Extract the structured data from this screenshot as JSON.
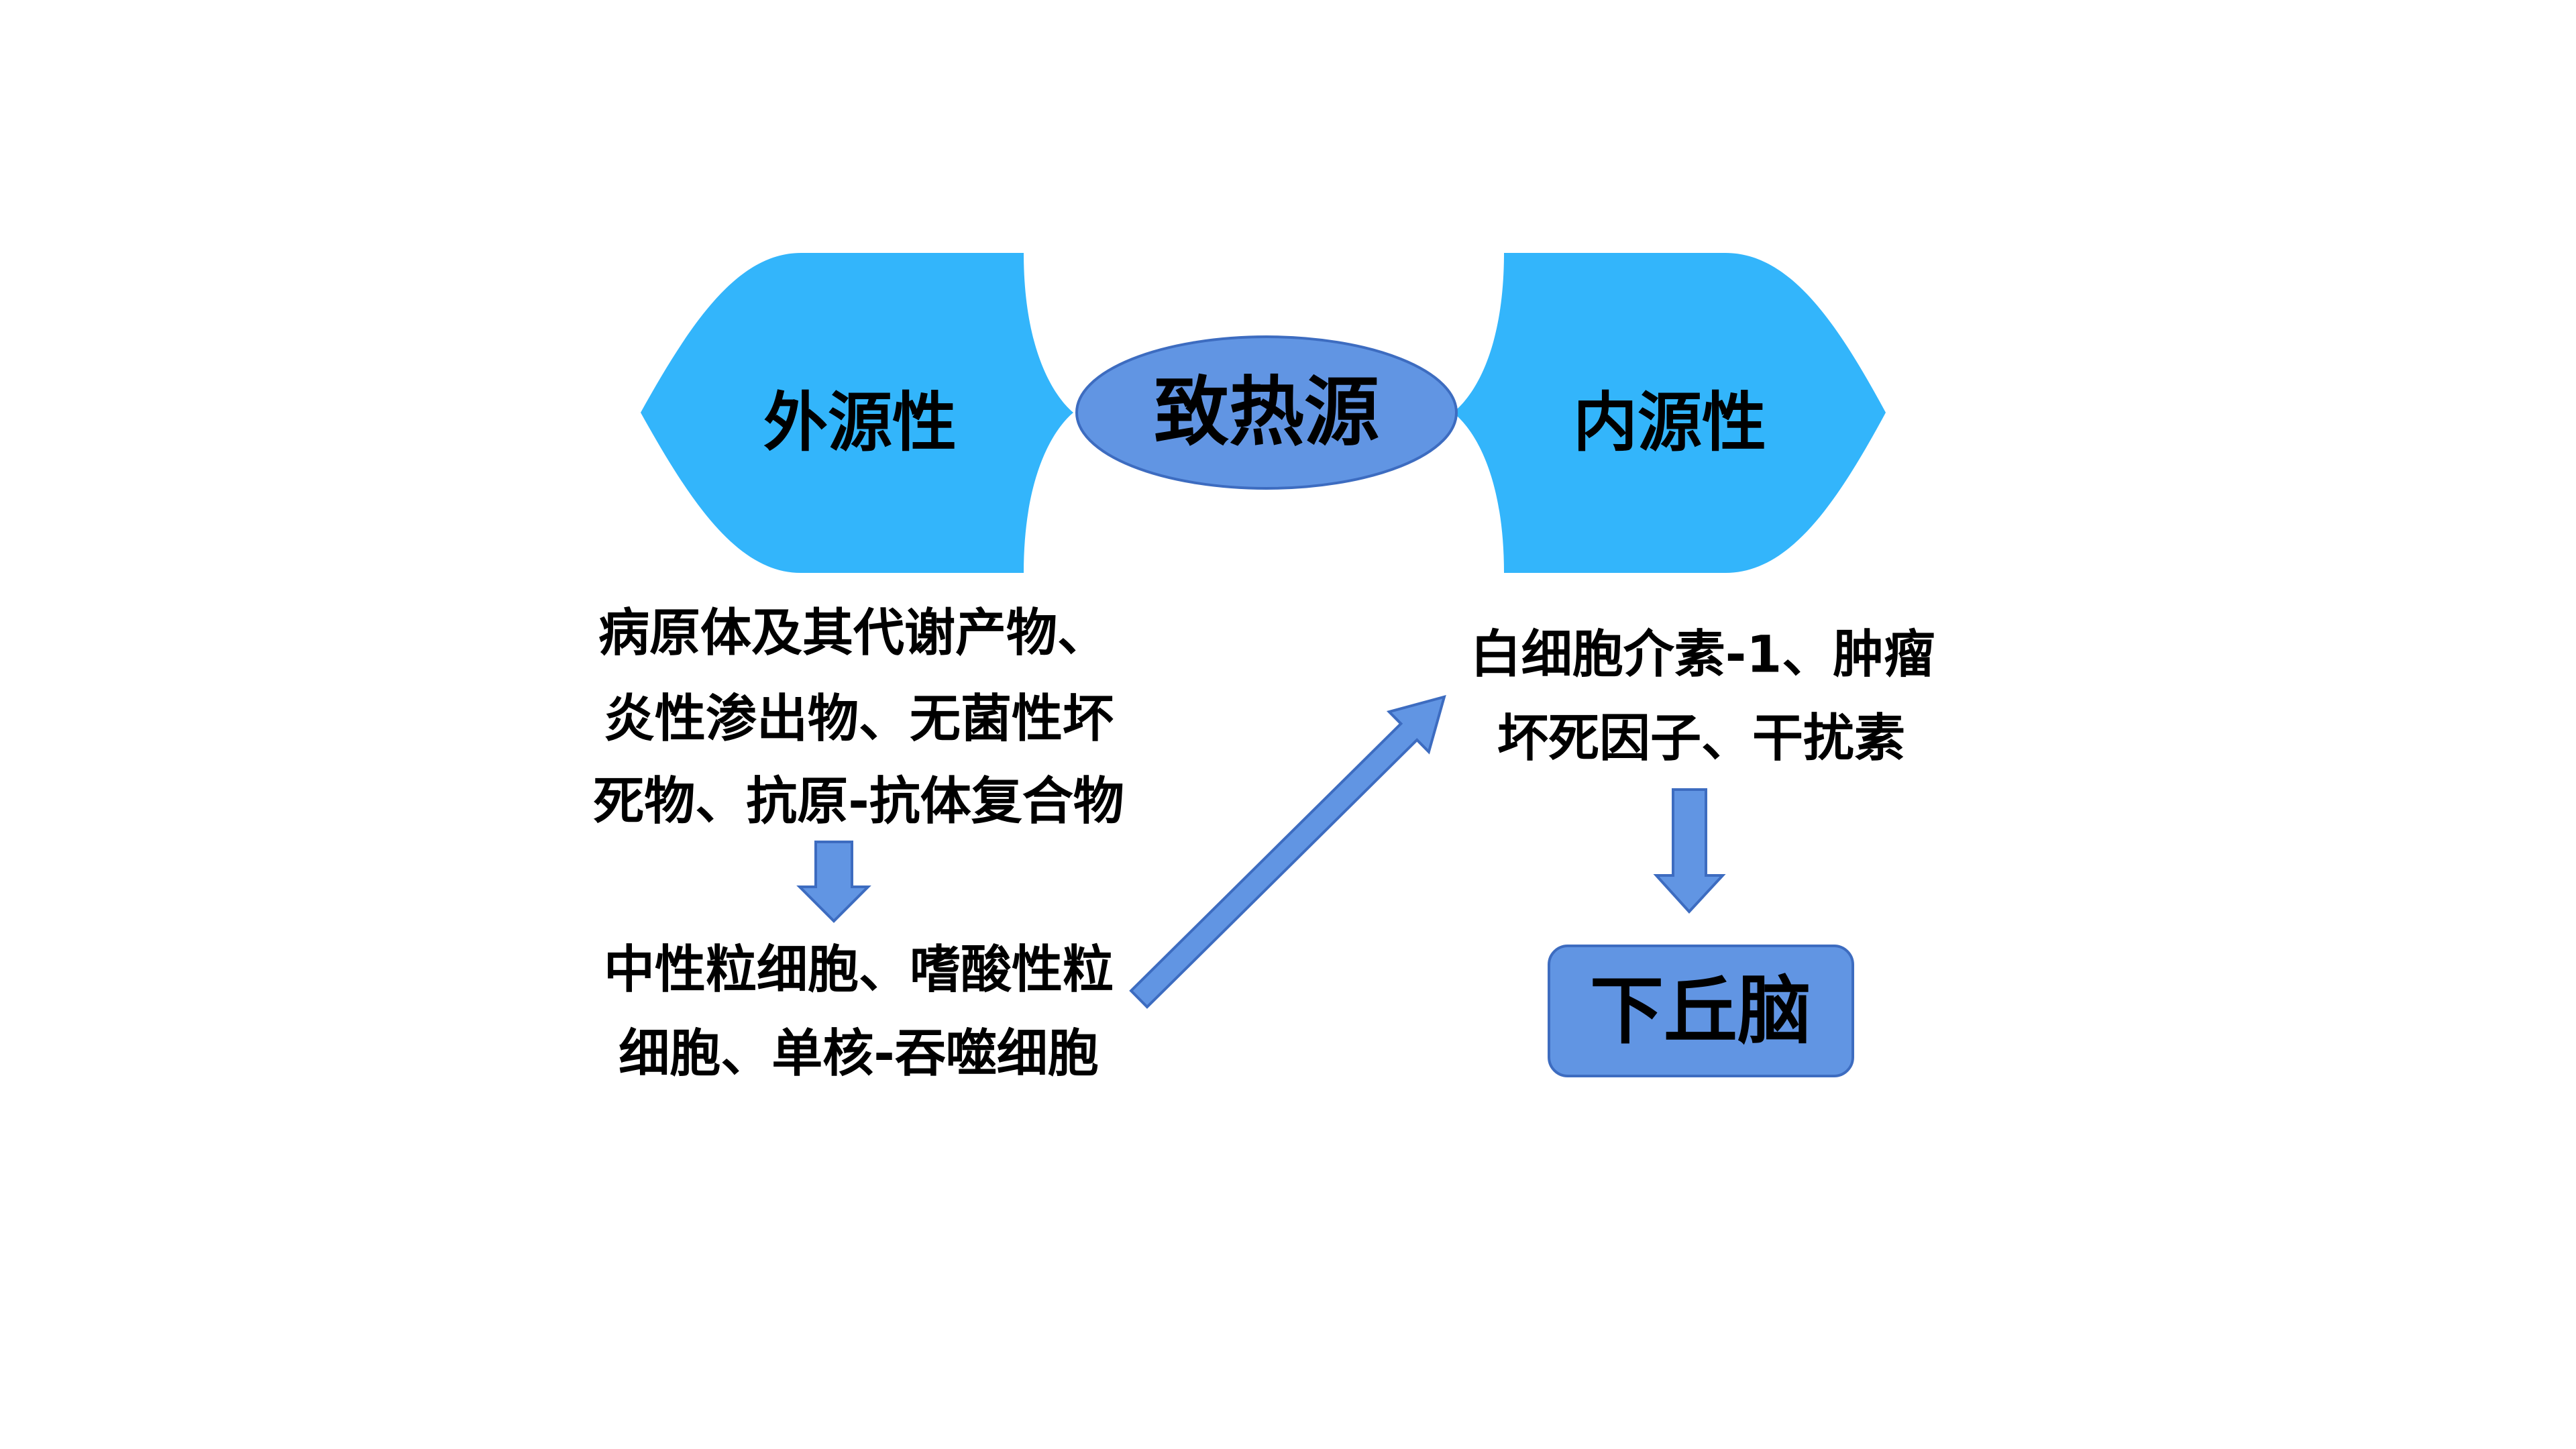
{
  "diagram": {
    "center": {
      "label": "致热源"
    },
    "left": {
      "label": "外源性",
      "sources": [
        "病原体及其代谢产物、",
        "炎性渗出物、无菌性坏",
        "死物、抗原-抗体复合物"
      ],
      "cells": [
        "中性粒细胞、嗜酸性粒",
        "细胞、单核-吞噬细胞"
      ]
    },
    "right": {
      "label": "内源性",
      "factors": [
        "白细胞介素-1、肿瘤",
        "坏死因子、干扰素"
      ],
      "target": "下丘脑"
    }
  },
  "colors": {
    "category_shape": "#33B5FB",
    "node": "#6195E3",
    "node_border": "#3D6CC0",
    "text": "#000000",
    "background": "#FFFFFF"
  }
}
